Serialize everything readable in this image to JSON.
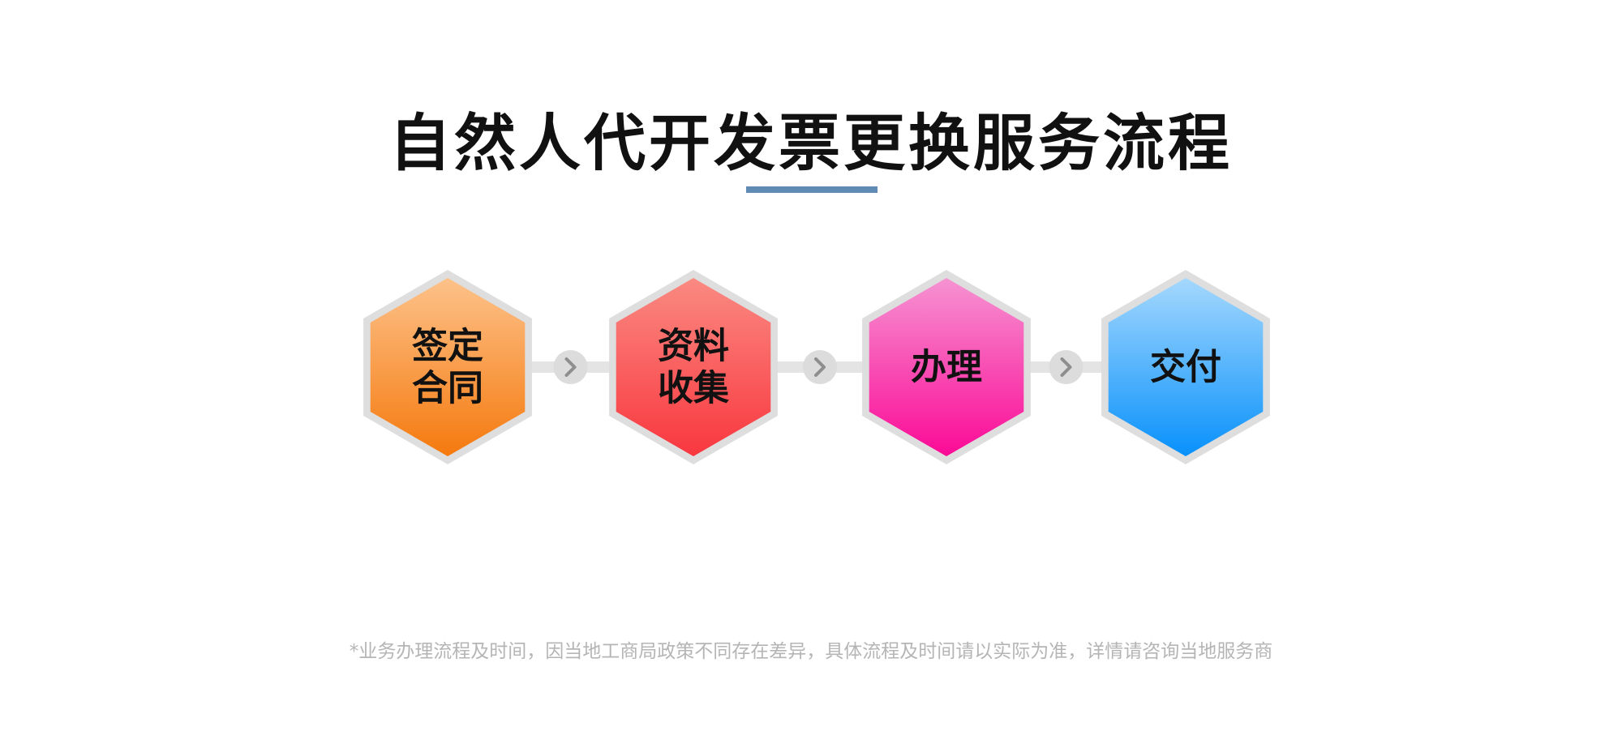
{
  "title": "自然人代开发票更换服务流程",
  "steps": [
    {
      "lines": [
        "签定",
        "合同"
      ],
      "gradient": [
        "#fdc28a",
        "#f5790e"
      ]
    },
    {
      "lines": [
        "资料",
        "收集"
      ],
      "gradient": [
        "#fa8a82",
        "#f9373f"
      ]
    },
    {
      "lines": [
        "办理"
      ],
      "gradient": [
        "#f693d2",
        "#fb0a96"
      ]
    },
    {
      "lines": [
        "交付"
      ],
      "gradient": [
        "#a5d8fd",
        "#0891fc"
      ]
    }
  ],
  "colors": {
    "accent_underline": "#5f8bb4",
    "hex_border": "#dedede",
    "connector": "#e4e4e4",
    "arrow_circle": "#dcdcdc",
    "arrow_glyph": "#8e8e8e",
    "footnote_text": "#b5b5b5"
  },
  "connector_icon": "chevron-right-icon",
  "footnote": "*业务办理流程及时间，因当地工商局政策不同存在差异，具体流程及时间请以实际为准，详情请咨询当地服务商"
}
